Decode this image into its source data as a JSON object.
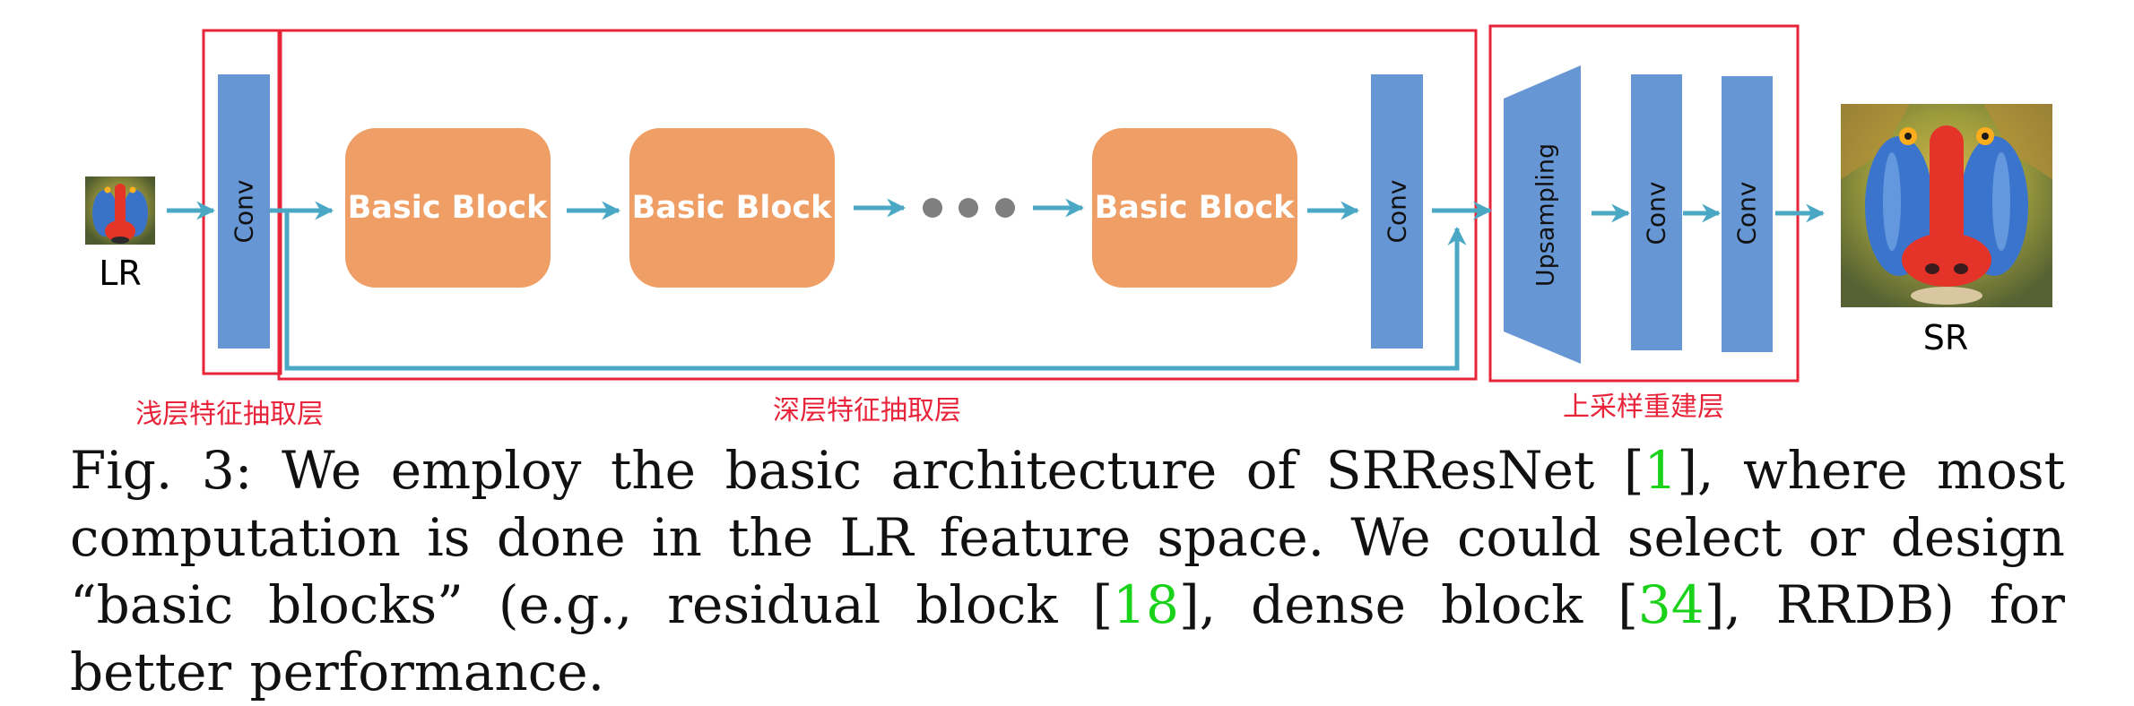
{
  "inputs": {
    "lr_label": "LR",
    "sr_label": "SR"
  },
  "blocks": {
    "conv1": "Conv",
    "basic1": "Basic Block",
    "basic2": "Basic Block",
    "basic3": "Basic Block",
    "conv2": "Conv",
    "upsampling": "Upsampling",
    "conv3": "Conv",
    "conv4": "Conv"
  },
  "sections": {
    "shallow": "浅层特征抽取层",
    "deep": "深层特征抽取层",
    "upsample": "上采样重建层"
  },
  "caption": {
    "prefix": "Fig. 3: We employ the basic architecture of SRResNet [",
    "ref1": "1",
    "part2": "], where most computation is done in the LR feature space. We could select or design “basic blocks” (e.g., residual block [",
    "ref2": "18",
    "part3": "], dense block [",
    "ref3": "34",
    "part4": "], RRDB) for better performance."
  },
  "colors": {
    "conv_blue": "#6697d4",
    "basic_orange": "#ef9f66",
    "arrow_cyan": "#4aa8c4",
    "section_red": "#e8243a",
    "ref_green": "#19d219",
    "dots_gray": "#7f7f7f"
  },
  "icons": {
    "lr_image": "mandrill-thumbnail-icon",
    "sr_image": "mandrill-image-icon"
  }
}
